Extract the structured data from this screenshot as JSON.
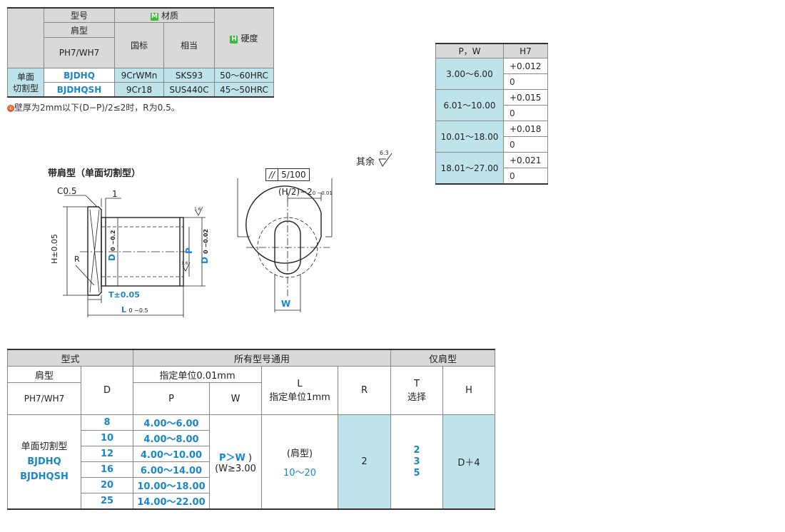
{
  "spec_table": {
    "h_model": "型号",
    "h_shoulder": "肩型",
    "h_pw": "PH7/WH7",
    "h_material_badge": "M",
    "h_material": "材质",
    "h_gb": "国标",
    "h_equiv": "相当",
    "h_hard_badge": "H",
    "h_hardness": "硬度",
    "row_group": "单面\n切割型",
    "rows": [
      {
        "model": "BJDHQ",
        "gb": "9CrWMn",
        "equiv": "SKS93",
        "hard": "50～60HRC"
      },
      {
        "model": "BJDHQSH",
        "gb": "9Cr18",
        "equiv": "SUS440C",
        "hard": "45～50HRC"
      }
    ]
  },
  "note": {
    "marker": "①",
    "text": "壁厚为2mm以下(D−P)/2≤2时，R为0.5。"
  },
  "tolerance_table": {
    "h_pw": "P，W",
    "h_h7": "H7",
    "rows": [
      {
        "range": "3.00～6.00",
        "upper": "+0.012",
        "lower": "0"
      },
      {
        "range": "6.01～10.00",
        "upper": "+0.015",
        "lower": "0"
      },
      {
        "range": "10.01～18.00",
        "upper": "+0.018",
        "lower": "0"
      },
      {
        "range": "18.01～27.00",
        "upper": "+0.021",
        "lower": "0"
      }
    ]
  },
  "drawing": {
    "title": "带肩型（单面切割型）",
    "surface_note": "其余",
    "surface_value": "6.3",
    "c05": "C0.5",
    "dim_1": "1",
    "h_dim": "H±0.05",
    "r_label": "R",
    "d_dim": "D",
    "d_tol": "0 −0.2",
    "p_dim": "P",
    "d2_dim": "D",
    "d2_tol": "0 −0.02",
    "t_dim": "T±0.05",
    "l_dim": "L",
    "l_tol": "0 −0.5",
    "rough_small": "1.6",
    "parallel": "//",
    "parallel_value": "5/100",
    "h2_dim": "(H/2)−2",
    "h2_tol": "0 −0.01",
    "w_dim": "W"
  },
  "main_table": {
    "h_type": "型式",
    "h_common": "所有型号通用",
    "h_shoulder_only": "仅肩型",
    "h_shoulder": "肩型",
    "h_unit001": "指定单位0.01mm",
    "h_pw": "PH7/WH7",
    "h_d": "D",
    "h_p": "P",
    "h_w": "W",
    "h_l": "L",
    "h_l_unit": "指定单位1mm",
    "h_r": "R",
    "h_t": "T",
    "h_t_sel": "选择",
    "h_h": "H",
    "type_name": "单面切割型",
    "type_codes": [
      "BJDHQ",
      "BJDHQSH"
    ],
    "rows": [
      {
        "d": "8",
        "p": "4.00～6.00"
      },
      {
        "d": "10",
        "p": "4.00～8.00"
      },
      {
        "d": "12",
        "p": "4.00～10.00"
      },
      {
        "d": "16",
        "p": "6.00～14.00"
      },
      {
        "d": "20",
        "p": "10.00～18.00"
      },
      {
        "d": "25",
        "p": "14.00～22.00"
      }
    ],
    "w_rule": "P＞W",
    "w_rule2": "(W≥3.00",
    "w_paren": ")",
    "l_note": "(肩型)",
    "l_range": "10～20",
    "r_value": "2",
    "t_values": [
      "2",
      "3",
      "5"
    ],
    "h_value": "D＋4"
  }
}
